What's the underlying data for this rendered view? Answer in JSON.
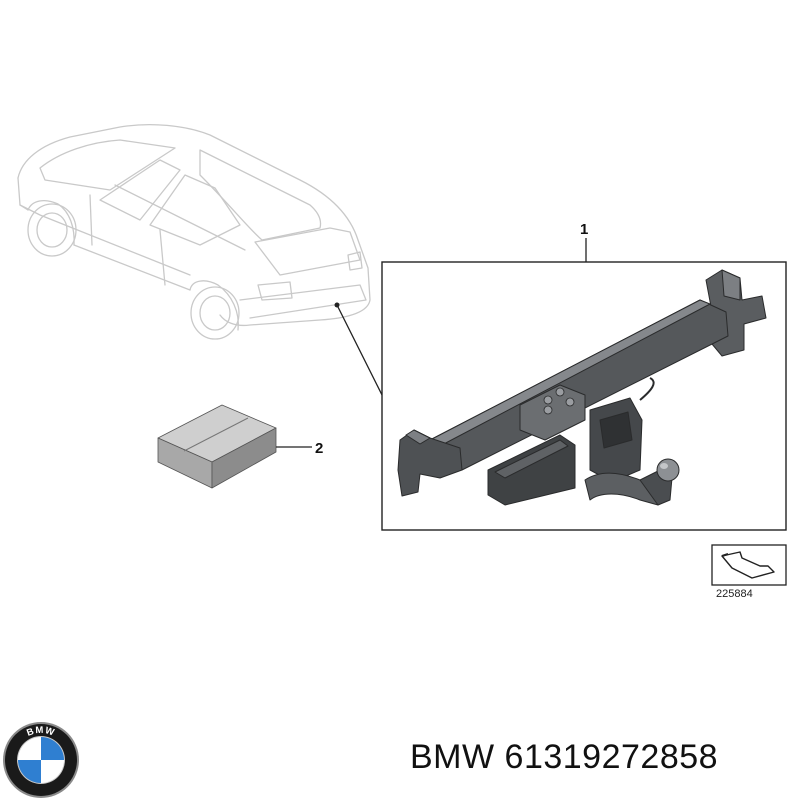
{
  "diagram": {
    "callouts": [
      {
        "label": "1",
        "part": "tow-hitch-assembly"
      },
      {
        "label": "2",
        "part": "installation-kit-box"
      }
    ],
    "reference_number": "225884"
  },
  "caption": {
    "brand": "BMW",
    "part_number": "61319272858"
  },
  "logo": {
    "text": "BMW",
    "colors": {
      "ring": "#1a1a1a",
      "blue": "#2f7fd1",
      "white": "#ffffff",
      "rim": "#8a8a8a"
    }
  },
  "colors": {
    "car_outline": "#c9c9c9",
    "hitch_dark": "#4a4c4e",
    "hitch_mid": "#6b6e71",
    "hitch_light": "#8d9094",
    "box_top": "#cfcfcf",
    "box_front": "#a8a8a8",
    "box_side": "#8c8c8c",
    "frame": "#222222"
  }
}
